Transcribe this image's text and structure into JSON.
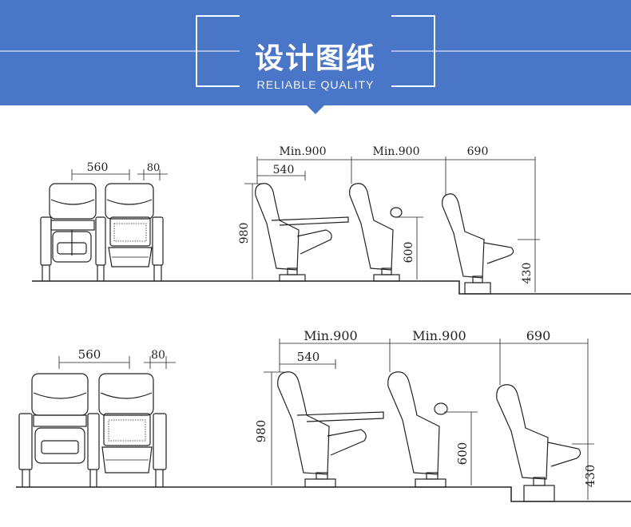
{
  "header": {
    "title": "设计图纸",
    "subtitle": "RELIABLE QUALITY"
  },
  "colors": {
    "banner": "#4a76c8",
    "line": "#222222"
  },
  "drawing_top": {
    "width_seat": "560",
    "width_arm": "80",
    "row_pitch_1": "Min.900",
    "row_pitch_2": "Min.900",
    "row_pitch_3": "690",
    "depth": "540",
    "height_total": "980",
    "height_desk": "600",
    "height_step": "430"
  },
  "drawing_bottom": {
    "width_seat": "560",
    "width_arm": "80",
    "row_pitch_1": "Min.900",
    "row_pitch_2": "Min.900",
    "row_pitch_3": "690",
    "depth": "540",
    "height_total": "980",
    "height_desk": "600",
    "height_step": "430"
  }
}
